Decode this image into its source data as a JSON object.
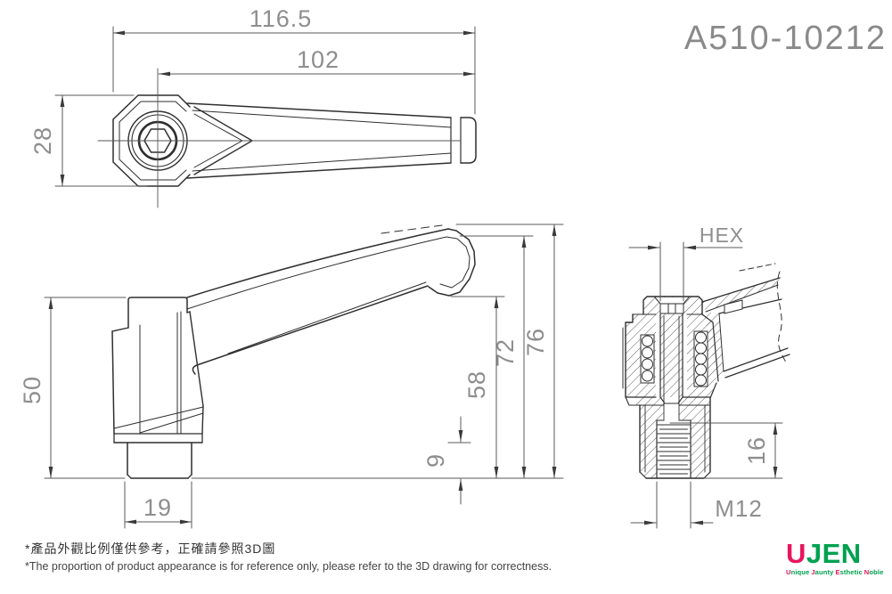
{
  "part_number": "A510-10212",
  "views": {
    "top_view": {
      "dim_total_length": "116.5",
      "dim_handle_length": "102",
      "dim_head_width": "28"
    },
    "side_view": {
      "dim_hub_height": "50",
      "dim_boss_width": "19",
      "dim_boss_step": "9",
      "dim_tip_bottom_height": "58",
      "dim_tip_top_height": "72",
      "dim_overall_height": "76"
    },
    "section_view": {
      "dim_socket": "HEX",
      "dim_thread_depth": "16",
      "dim_thread_size": "M12"
    }
  },
  "footer": {
    "note_zh": "*產品外觀比例僅供參考，正確請參照3D圖",
    "note_en": "*The proportion of product appearance is for reference only, please refer to the 3D drawing for correctness."
  },
  "logo": {
    "brand_initial": "U",
    "brand_rest": "JEN",
    "tagline": [
      {
        "initial": "U",
        "rest": "nique"
      },
      {
        "initial": "J",
        "rest": "aunty"
      },
      {
        "initial": "E",
        "rest": "sthetic"
      },
      {
        "initial": "N",
        "rest": "oble"
      }
    ]
  },
  "colors": {
    "line": "#2f2f2f",
    "dim_line": "#5a5a5a",
    "dim_text": "#8e8e8e",
    "logo_pink": "#e8155d",
    "logo_green": "#00a150"
  }
}
